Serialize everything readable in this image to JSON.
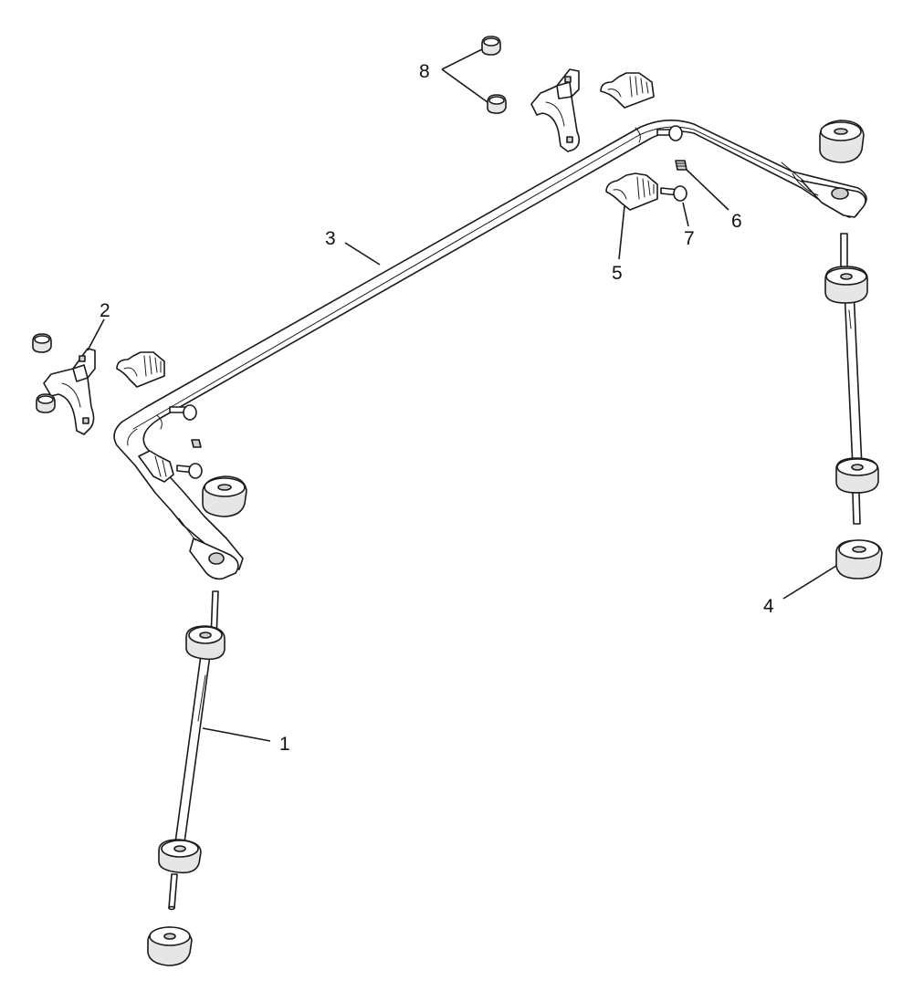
{
  "diagram": {
    "callouts": [
      {
        "id": "1",
        "label": "1"
      },
      {
        "id": "2",
        "label": "2"
      },
      {
        "id": "3",
        "label": "3"
      },
      {
        "id": "4",
        "label": "4"
      },
      {
        "id": "5",
        "label": "5"
      },
      {
        "id": "6",
        "label": "6"
      },
      {
        "id": "7",
        "label": "7"
      },
      {
        "id": "8",
        "label": "8"
      }
    ],
    "colors": {
      "line": "#1a1a1a",
      "fill": "#ffffff",
      "shade": "#e6e6e6"
    }
  }
}
